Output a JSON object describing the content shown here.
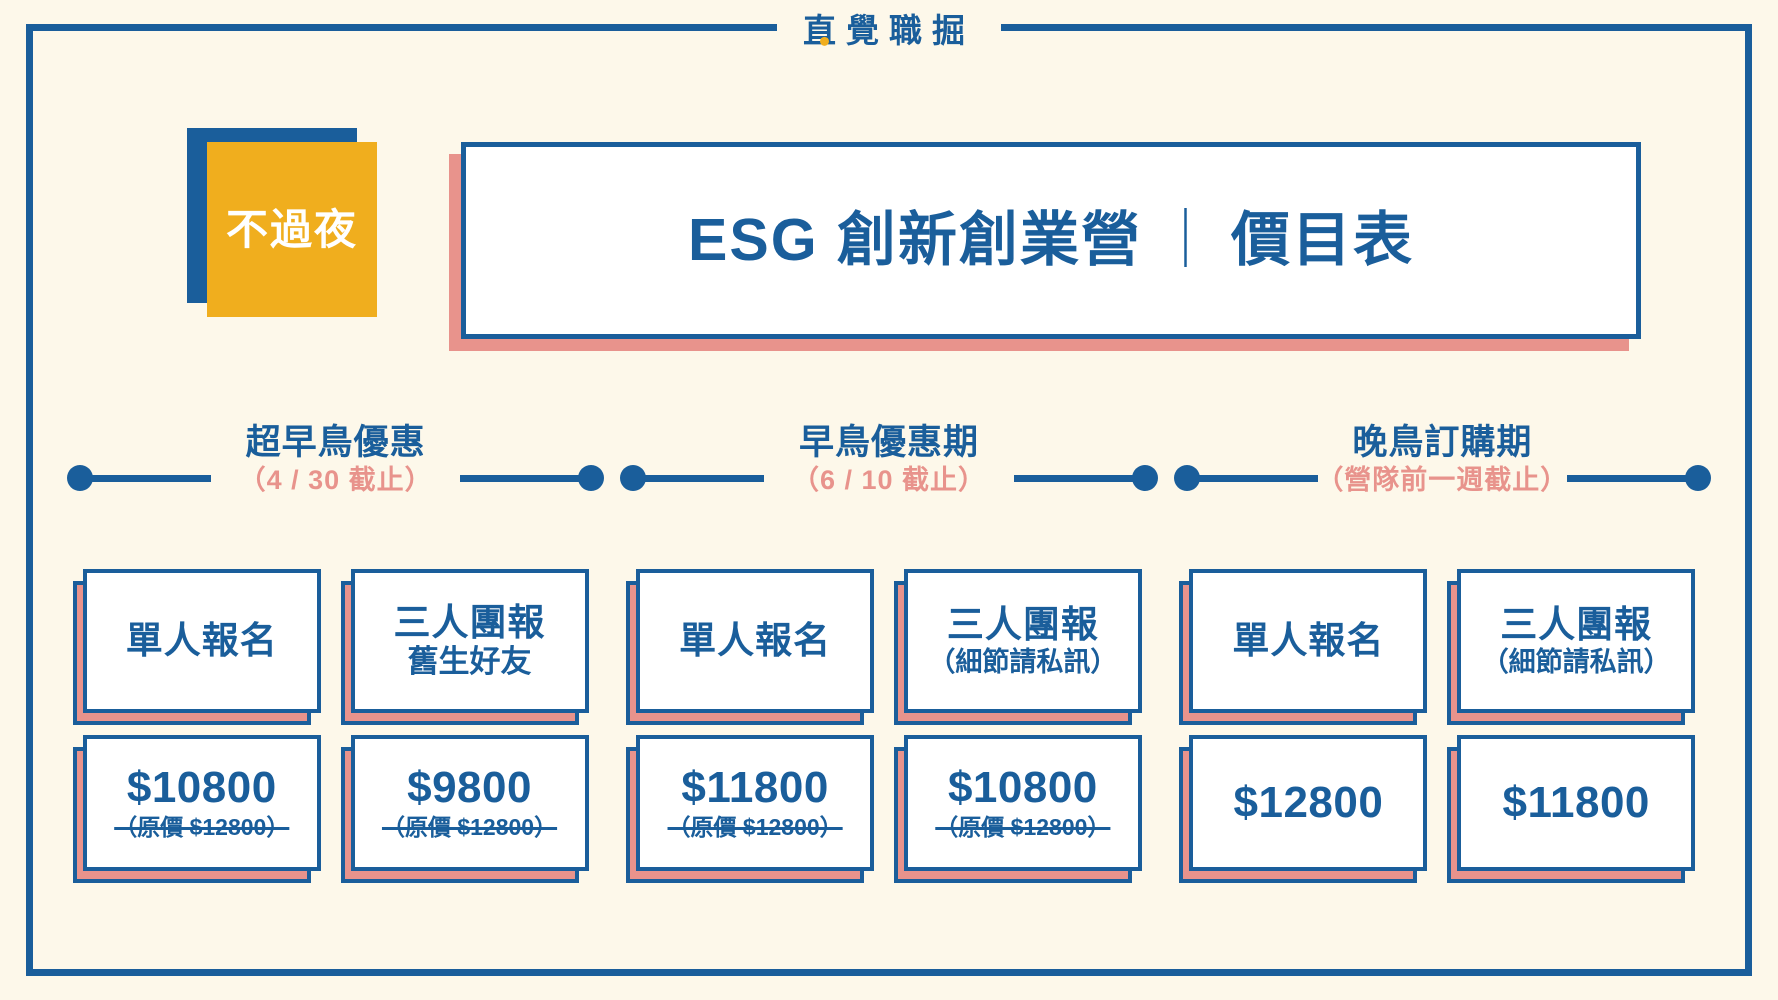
{
  "brand": {
    "name": "直覺職掘",
    "dot_color": "#F0AE1E",
    "text_color": "#1A5E9B"
  },
  "header": {
    "badge_label": "不過夜",
    "badge_bg": "#F0AE1E",
    "badge_text_color": "#FFFFFF",
    "title_main": "ESG 創新創業營",
    "title_separator": "｜",
    "title_sub": "價目表",
    "title_color": "#1A5E9B"
  },
  "theme": {
    "background": "#FDF8EA",
    "primary_blue": "#1A5E9B",
    "accent_pink": "#E8938C",
    "accent_yellow": "#F0AE1E",
    "card_face": "#FFFFFF"
  },
  "phases": [
    {
      "name": "超早鳥優惠",
      "deadline": "（4 / 30 截止）"
    },
    {
      "name": "早鳥優惠期",
      "deadline": "（6 / 10 截止）"
    },
    {
      "name": "晚鳥訂購期",
      "deadline": "（營隊前一週截止）"
    }
  ],
  "groups": [
    {
      "phase": "超早鳥優惠",
      "plans": [
        {
          "title": "單人報名",
          "subtitle": "",
          "price": "$10800",
          "original_price": "（原價 $12800）"
        },
        {
          "title": "三人團報",
          "subtitle": "舊生好友",
          "subtitle_small": false,
          "price": "$9800",
          "original_price": "（原價 $12800）"
        }
      ]
    },
    {
      "phase": "早鳥優惠期",
      "plans": [
        {
          "title": "單人報名",
          "subtitle": "",
          "price": "$11800",
          "original_price": "（原價 $12800）"
        },
        {
          "title": "三人團報",
          "subtitle": "（細節請私訊）",
          "subtitle_small": true,
          "price": "$10800",
          "original_price": "（原價 $12800）"
        }
      ]
    },
    {
      "phase": "晚鳥訂購期",
      "plans": [
        {
          "title": "單人報名",
          "subtitle": "",
          "price": "$12800",
          "original_price": ""
        },
        {
          "title": "三人團報",
          "subtitle": "（細節請私訊）",
          "subtitle_small": true,
          "price": "$11800",
          "original_price": ""
        }
      ]
    }
  ]
}
